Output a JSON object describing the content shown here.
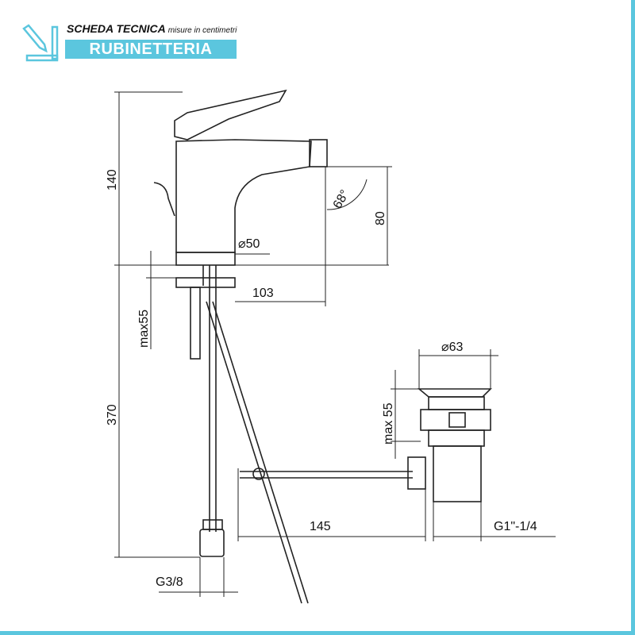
{
  "header": {
    "title": "SCHEDA TECNICA",
    "subtitle": "misure in centimetri",
    "banner": "RUBINETTERIA",
    "icon": "ruler-pencil-icon"
  },
  "dimensions": {
    "total_height": "140",
    "spout_height": "80",
    "spout_angle": "68°",
    "base_diameter": "⌀50",
    "spout_reach": "103",
    "deck_thickness": "max55",
    "hose_length": "370",
    "thread_inlet": "G3/8",
    "waste_diameter": "⌀63",
    "waste_deck": "max 55",
    "rod_length": "145",
    "waste_thread": "G1\"-1/4"
  },
  "colors": {
    "accent": "#5bc6de"
  }
}
